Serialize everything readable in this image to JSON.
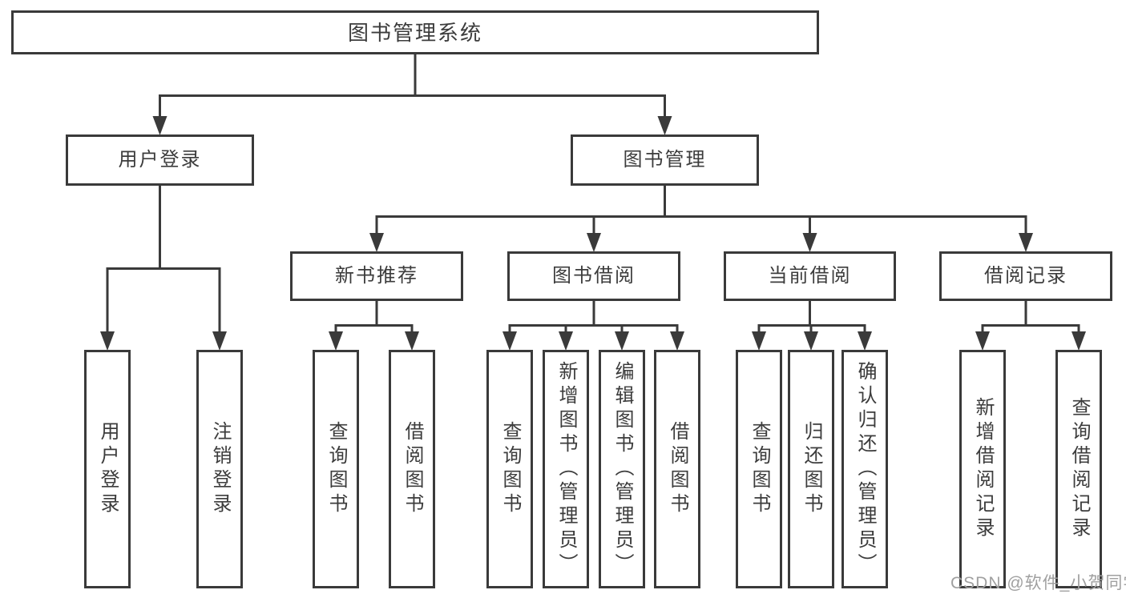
{
  "diagram": {
    "nodes": {
      "root": "图书管理系统",
      "user_login": "用户登录",
      "book_mgmt": "图书管理",
      "new_book_rec": "新书推荐",
      "book_borrow": "图书借阅",
      "current_borrow": "当前借阅",
      "borrow_records": "借阅记录",
      "leaf_user_login": "用户登录",
      "leaf_logout": "注销登录",
      "leaf_query_book_a": "查询图书",
      "leaf_borrow_book_a": "借阅图书",
      "leaf_query_book_b": "查询图书",
      "leaf_add_book_admin": "新增图书（管理员）",
      "leaf_edit_book_admin": "编辑图书（管理员）",
      "leaf_borrow_book_b": "借阅图书",
      "leaf_query_book_c": "查询图书",
      "leaf_return_book": "归还图书",
      "leaf_confirm_return_admin": "确认归还（管理员）",
      "leaf_add_borrow_record": "新增借阅记录",
      "leaf_query_borrow_record": "查询借阅记录"
    },
    "colors": {
      "line": "#3a3a3a",
      "text": "#3c3c3c",
      "background": "#ffffff",
      "watermark": "#a0a0a0"
    }
  },
  "watermark": "CSDN @软件_小贺同学"
}
